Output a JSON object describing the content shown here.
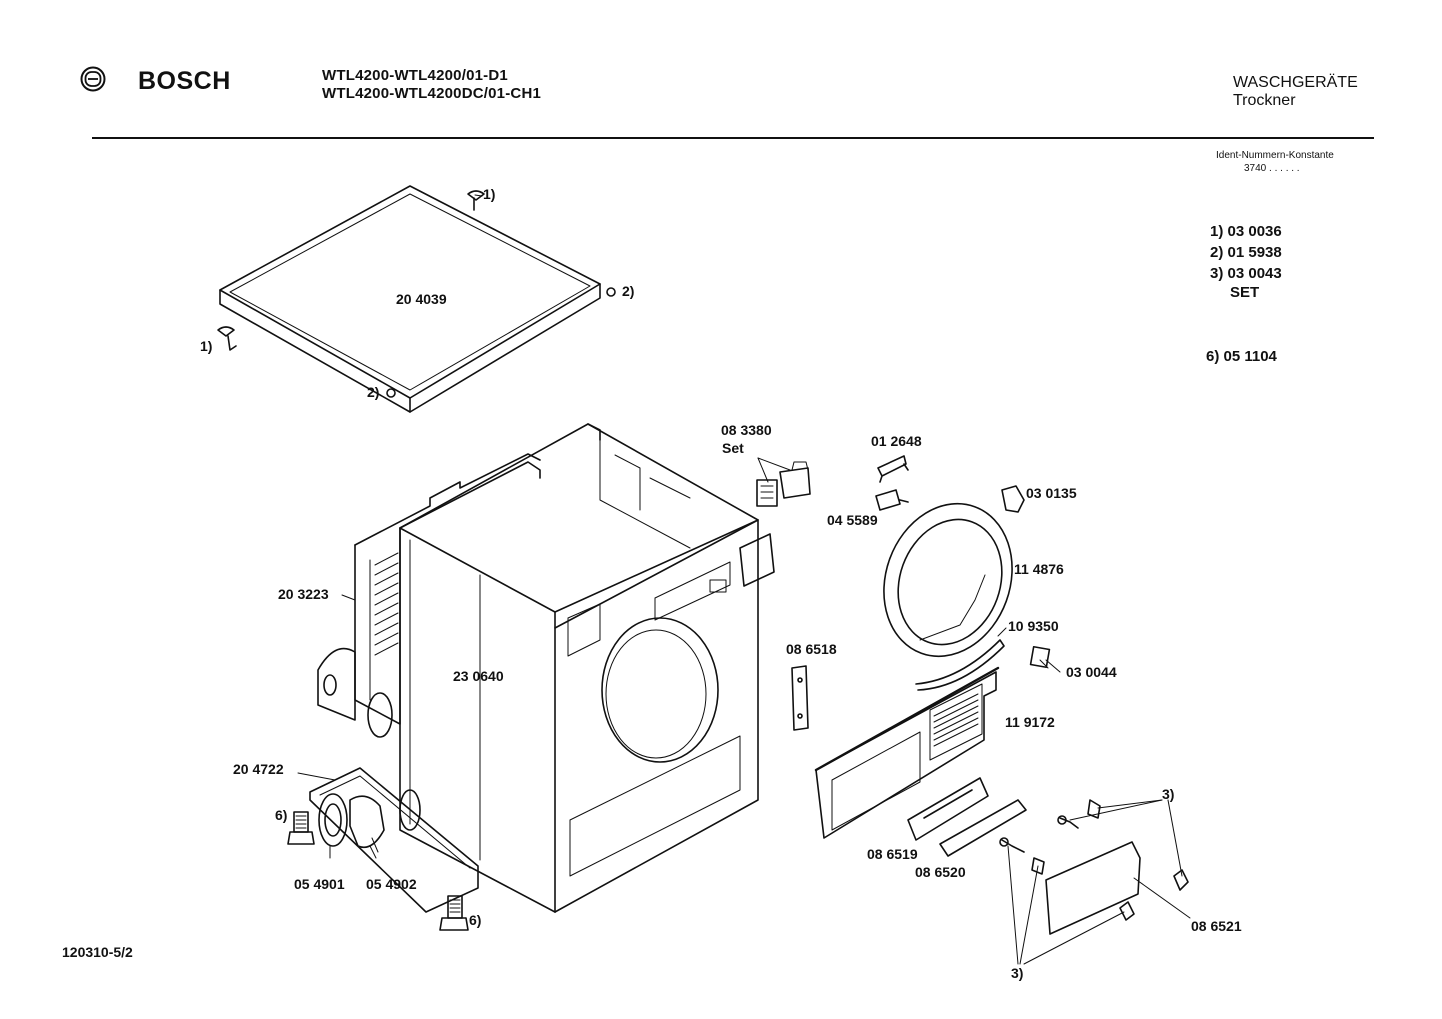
{
  "header": {
    "brand": "BOSCH",
    "model_line_1": "WTL4200-WTL4200/01-D1",
    "model_line_2": "WTL4200-WTL4200DC/01-CH1",
    "category": "WASCHGERÄTE",
    "subcategory": "Trockner"
  },
  "ident": {
    "title": "Ident-Nummern-Konstante",
    "value": "3740  . .   . . . ."
  },
  "legend": [
    {
      "text": "1) 03 0036"
    },
    {
      "text": "2) 01 5938"
    },
    {
      "text": "3) 03 0043"
    },
    {
      "text": "SET"
    },
    {
      "text": "6) 05 1104"
    }
  ],
  "callouts": {
    "top_cover": "20 4039",
    "ref_1a": "1)",
    "ref_1b": "1)",
    "ref_2a": "2)",
    "ref_2b": "2)",
    "pcb_set": "08 3380",
    "pcb_set_word": "Set",
    "clip": "01 2648",
    "switch": "04 5589",
    "sensor": "03 0135",
    "door_ring": "11 4876",
    "seal_strip": "10 9350",
    "foam_pad": "03 0044",
    "side_panel": "20 3223",
    "cabinet": "23 0640",
    "bracket": "08 6518",
    "front_panel": "11 9172",
    "base": "20 4722",
    "ref_6a": "6)",
    "ref_6b": "6)",
    "grommet": "05 4901",
    "gasket": "05 4902",
    "filter_housing": "08 6519",
    "filter_frame": "08 6520",
    "ref_3a": "3)",
    "ref_3b": "3)",
    "filter_cover": "08 6521"
  },
  "footer": {
    "drawing_number": "120310-5/2"
  }
}
